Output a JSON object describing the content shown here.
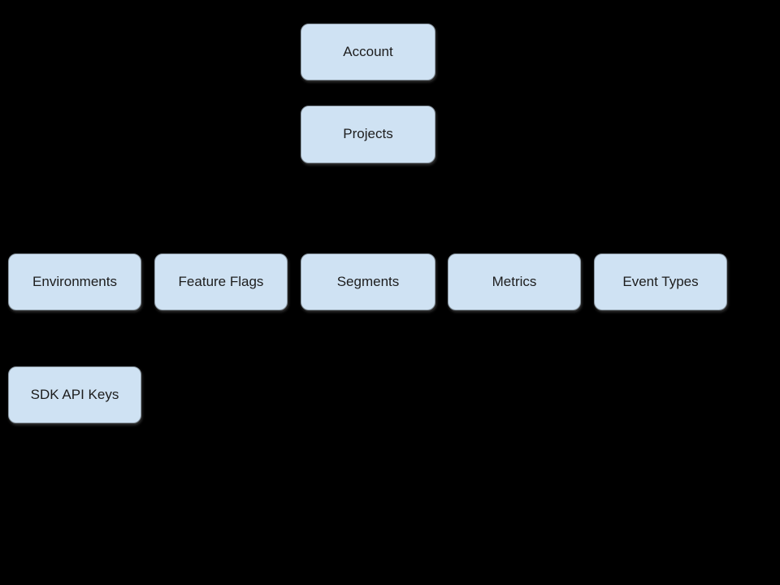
{
  "diagram": {
    "type": "hierarchy",
    "background_color": "#000000",
    "node_fill_color": "#cfe2f3",
    "node_border_color": "#8d9aa5",
    "nodes": [
      {
        "id": "account",
        "label": "Account",
        "level": 1
      },
      {
        "id": "projects",
        "label": "Projects",
        "level": 2,
        "parent": "account"
      },
      {
        "id": "environments",
        "label": "Environments",
        "level": 3,
        "parent": "projects"
      },
      {
        "id": "feature-flags",
        "label": "Feature Flags",
        "level": 3,
        "parent": "projects"
      },
      {
        "id": "segments",
        "label": "Segments",
        "level": 3,
        "parent": "projects"
      },
      {
        "id": "metrics",
        "label": "Metrics",
        "level": 3,
        "parent": "projects"
      },
      {
        "id": "event-types",
        "label": "Event Types",
        "level": 3,
        "parent": "projects"
      },
      {
        "id": "sdk-api-keys",
        "label": "SDK API Keys",
        "level": 4,
        "parent": "environments"
      }
    ]
  }
}
